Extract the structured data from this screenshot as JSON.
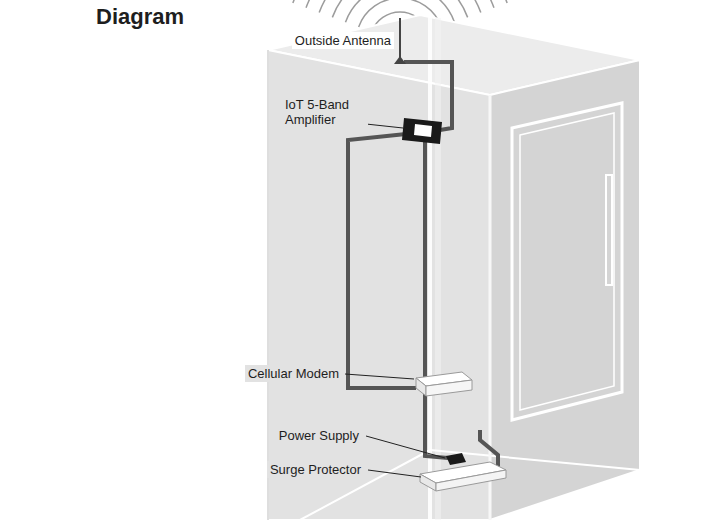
{
  "diagram": {
    "title": "Diagram",
    "labels": [
      "Outside Antenna",
      "IoT 5-Band Amplifier",
      "Cellular Modem",
      "Power Supply",
      "Surge Protector"
    ]
  }
}
